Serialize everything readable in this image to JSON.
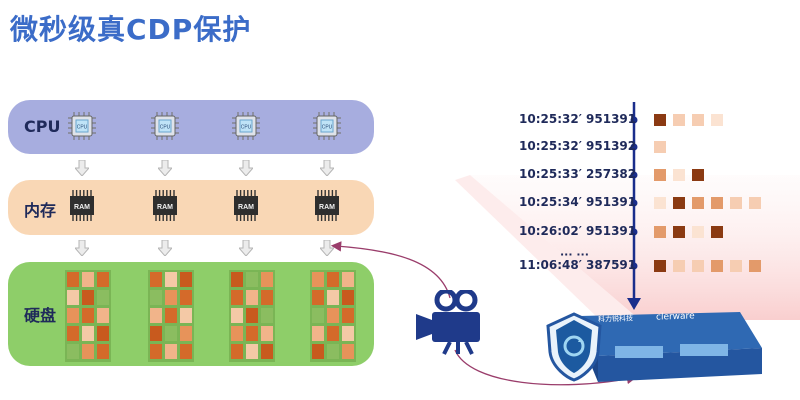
{
  "title": "微秒级真CDP保护",
  "layers": {
    "cpu": "CPU",
    "memory": "内存",
    "disk": "硬盘"
  },
  "chip_labels": {
    "cpu": "CPU",
    "ram": "RAM"
  },
  "timeline": [
    {
      "time": "10:25:32′  951391"
    },
    {
      "time": "10:25:32′  951392"
    },
    {
      "time": "10:25:33′  257382"
    },
    {
      "time": "10:25:34′  951391"
    },
    {
      "time": "10:26:02′  951391"
    },
    {
      "time": "11:06:48′  387591"
    }
  ],
  "ellipsis": "··· ···",
  "appliance": {
    "brand_cn": "科力锐科技",
    "brand_en": "clerware"
  },
  "colors": {
    "title": "#3b6cc8",
    "cpu_band": "#a7addf",
    "mem_band": "#f9d7b5",
    "disk_band": "#8ece69",
    "timeline_axis": "#1a2e8c",
    "dark_block": "#8b3a12",
    "mid_block": "#e39a6a",
    "light_block": "#f6cdb2",
    "pale_block": "#fbe3d2"
  }
}
